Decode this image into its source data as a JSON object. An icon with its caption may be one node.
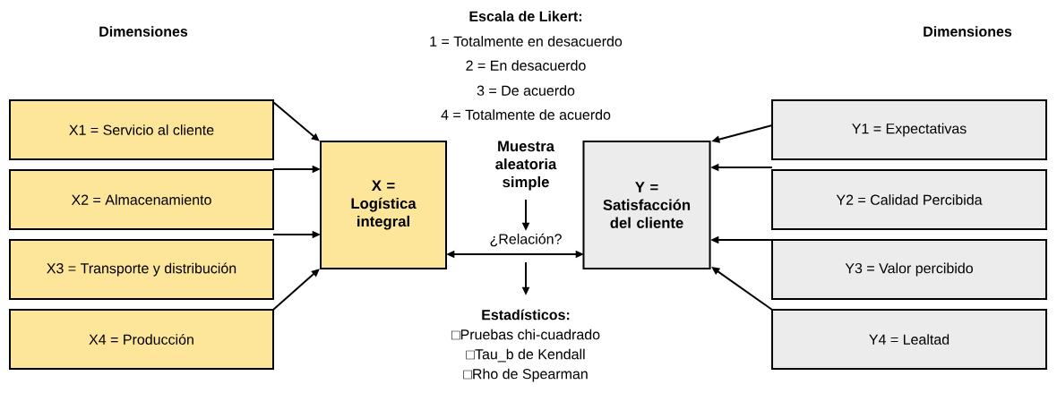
{
  "diagram": {
    "nodes": [
      {
        "text": [
          "X1 = Servicio al cliente"
        ]
      },
      {
        "text": [
          "X2 = Almacenamiento"
        ]
      },
      {
        "text": [
          "X3 = Transporte y distribución"
        ]
      },
      {
        "text": [
          "X4 = Producción"
        ]
      },
      {
        "text": [
          "X = Logística integral"
        ]
      },
      {
        "text": [
          "Y = Satisfacción del cliente"
        ]
      },
      {
        "text": [
          "Y1 = Expectativas"
        ]
      },
      {
        "text": [
          "Y2 = Calidad Percibida"
        ]
      },
      {
        "text": [
          "Y3 = Valor percibido"
        ]
      },
      {
        "text": [
          "Y4 = Lealtad"
        ]
      },
      {
        "text": [
          "Muestra aleatoria simple"
        ]
      },
      {
        "text": [
          "¿Relación?"
        ]
      },
      {
        "text": [
          "Estadísticos:",
          "□Pruebas chi-cuadrado",
          "□Tau_b de Kendall",
          "□Rho de Spearman"
        ]
      }
    ],
    "edges": [
      {
        "from": 0,
        "to": 4,
        "arrow": "to"
      },
      {
        "from": 1,
        "to": 4,
        "arrow": "to"
      },
      {
        "from": 2,
        "to": 4,
        "arrow": "to"
      },
      {
        "from": 3,
        "to": 4,
        "arrow": "to"
      },
      {
        "from": 6,
        "to": 5,
        "arrow": "to"
      },
      {
        "from": 7,
        "to": 5,
        "arrow": "to"
      },
      {
        "from": 8,
        "to": 5,
        "arrow": "to"
      },
      {
        "from": 9,
        "to": 5,
        "arrow": "to"
      },
      {
        "from": 10,
        "to": 11,
        "arrow": "to"
      },
      {
        "from": 4,
        "to": 5,
        "arrow": "both"
      },
      {
        "from": 11,
        "to": 12,
        "arrow": "to"
      }
    ],
    "labels": [
      "Dimensiones",
      "Escala de Likert:",
      "1 = Totalmente en desacuerdo",
      "2 = En desacuerdo",
      "3 = De acuerdo",
      "4 = Totalmente de acuerdo",
      "Dimensiones"
    ]
  }
}
